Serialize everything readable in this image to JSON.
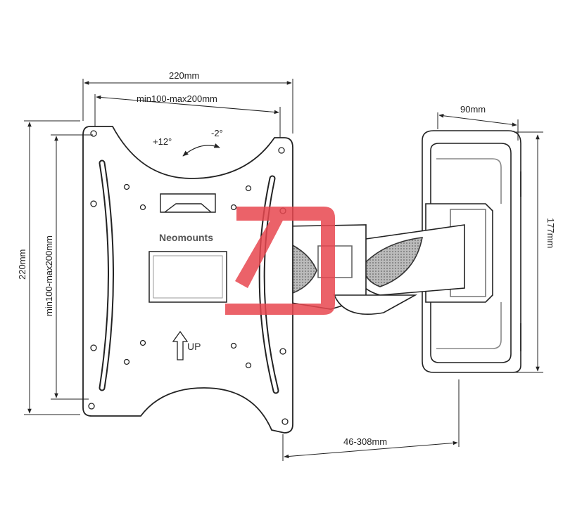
{
  "dimensions": {
    "plate_width": "220mm",
    "vesa_width": "min100-max200mm",
    "plate_height": "220mm",
    "vesa_height": "min100-max200mm",
    "wall_plate_width": "90mm",
    "wall_plate_height": "177mm",
    "extension": "46-308mm"
  },
  "tilt": {
    "up": "+12°",
    "down": "-2°"
  },
  "plate_labels": {
    "brand": "Neomounts",
    "up": "UP"
  },
  "watermark": {
    "color": "#e8474f",
    "icon": "arrow-box-logo"
  }
}
